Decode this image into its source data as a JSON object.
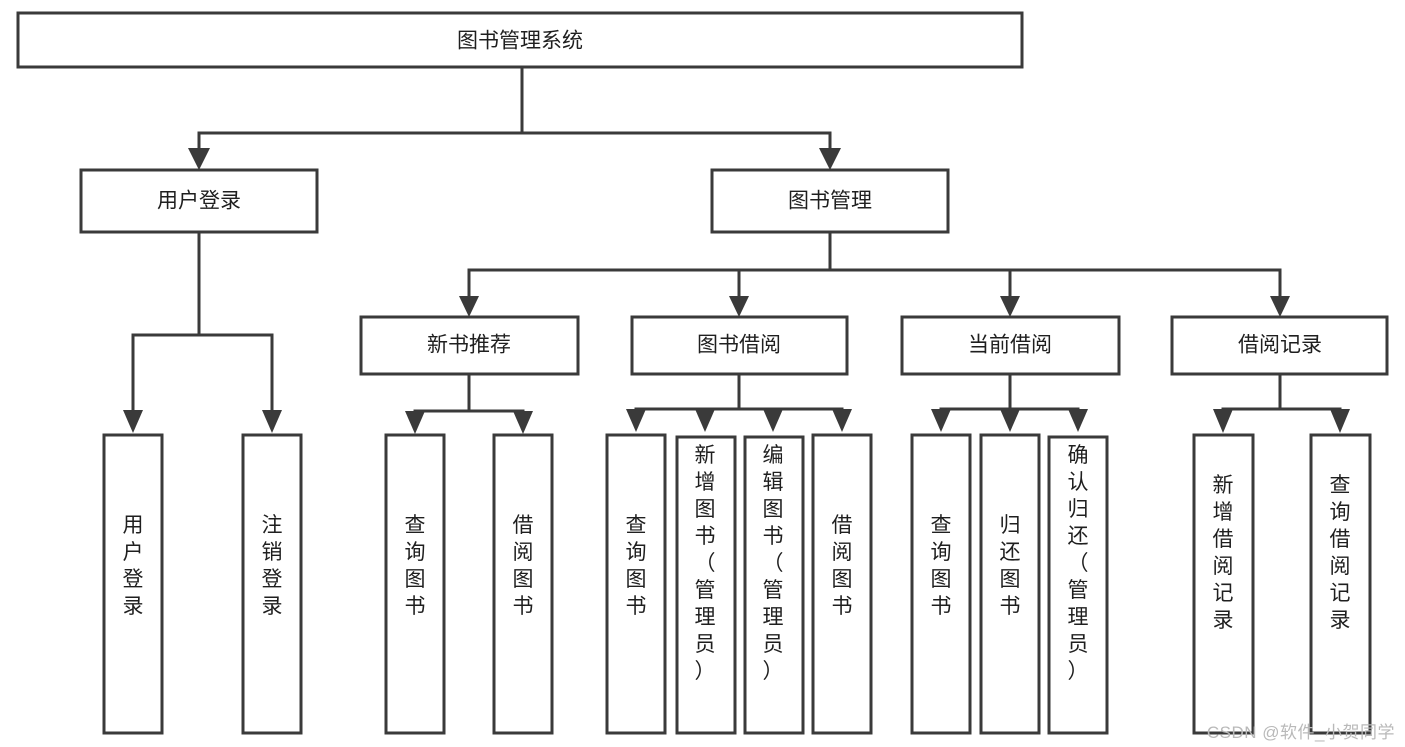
{
  "diagram": {
    "title": "图书管理系统",
    "type": "tree-hierarchy-chart",
    "orientation": "top-down",
    "colors": {
      "box_stroke": "#3a3a3a",
      "box_fill": "#ffffff",
      "connector": "#3a3a3a",
      "label_text": "#1f1f1f",
      "watermark": "#b9b9b9",
      "background": "#ffffff"
    },
    "nodes": {
      "root": {
        "label": "图书管理系统",
        "level": 1,
        "text_orientation": "horizontal"
      },
      "level2": [
        {
          "id": "user-login",
          "label": "用户登录",
          "text_orientation": "horizontal"
        },
        {
          "id": "book-management",
          "label": "图书管理",
          "text_orientation": "horizontal"
        }
      ],
      "level3": [
        {
          "id": "new-book-recommend",
          "label": "新书推荐",
          "text_orientation": "horizontal",
          "parent": "book-management"
        },
        {
          "id": "book-borrow",
          "label": "图书借阅",
          "text_orientation": "horizontal",
          "parent": "book-management"
        },
        {
          "id": "current-borrow",
          "label": "当前借阅",
          "text_orientation": "horizontal",
          "parent": "book-management"
        },
        {
          "id": "borrow-record",
          "label": "借阅记录",
          "text_orientation": "horizontal",
          "parent": "book-management"
        }
      ],
      "leaves": [
        {
          "id": "leaf-user-login",
          "label": "用户登录",
          "parent": "user-login",
          "text_orientation": "vertical"
        },
        {
          "id": "leaf-user-logout",
          "label": "注销登录",
          "parent": "user-login",
          "text_orientation": "vertical"
        },
        {
          "id": "leaf-query-book-1",
          "label": "查询图书",
          "parent": "new-book-recommend",
          "text_orientation": "vertical"
        },
        {
          "id": "leaf-borrow-book-1",
          "label": "借阅图书",
          "parent": "new-book-recommend",
          "text_orientation": "vertical"
        },
        {
          "id": "leaf-query-book-2",
          "label": "查询图书",
          "parent": "book-borrow",
          "text_orientation": "vertical"
        },
        {
          "id": "leaf-add-book",
          "label": "新增图书（管理员）",
          "parent": "book-borrow",
          "text_orientation": "vertical"
        },
        {
          "id": "leaf-edit-book",
          "label": "编辑图书（管理员）",
          "parent": "book-borrow",
          "text_orientation": "vertical"
        },
        {
          "id": "leaf-borrow-book-2",
          "label": "借阅图书",
          "parent": "book-borrow",
          "text_orientation": "vertical"
        },
        {
          "id": "leaf-query-book-3",
          "label": "查询图书",
          "parent": "current-borrow",
          "text_orientation": "vertical"
        },
        {
          "id": "leaf-return-book",
          "label": "归还图书",
          "parent": "current-borrow",
          "text_orientation": "vertical"
        },
        {
          "id": "leaf-confirm-return",
          "label": "确认归还（管理员）",
          "parent": "current-borrow",
          "text_orientation": "vertical"
        },
        {
          "id": "leaf-add-record",
          "label": "新增借阅记录",
          "parent": "borrow-record",
          "text_orientation": "vertical"
        },
        {
          "id": "leaf-query-record",
          "label": "查询借阅记录",
          "parent": "borrow-record",
          "text_orientation": "vertical"
        }
      ]
    }
  },
  "watermark": {
    "text": "CSDN @软件_小贺同学"
  }
}
